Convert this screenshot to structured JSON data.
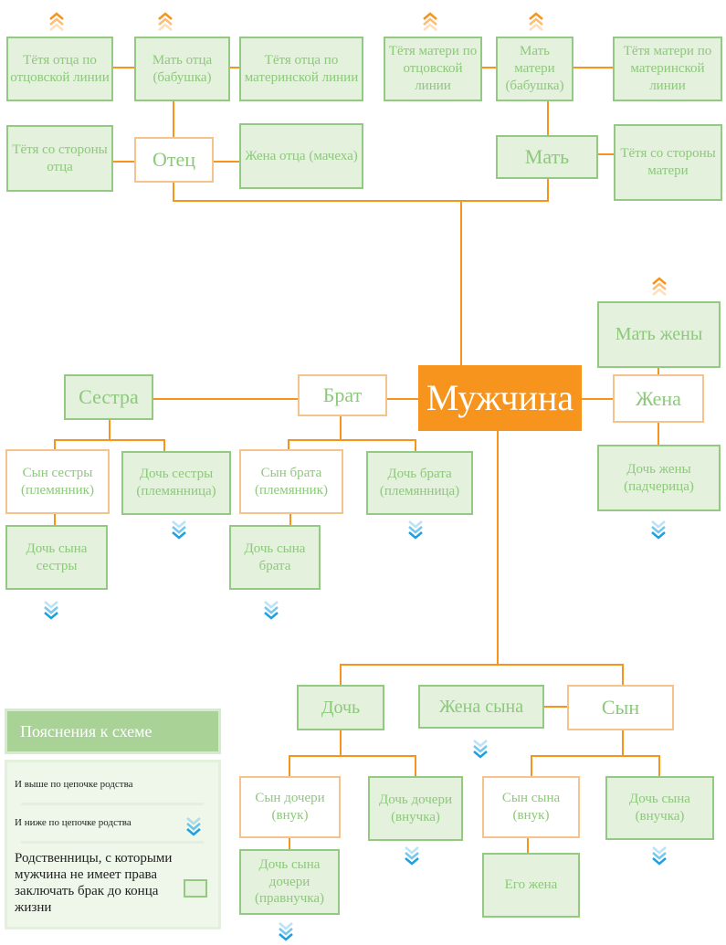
{
  "colors": {
    "line": "#f7941d",
    "green_fill": "#e3f1dd",
    "green_border": "#93c982",
    "text_green": "#8dc97a",
    "accent": "#f7941d",
    "up_arrow": "#f7941d",
    "down_arrow": "#1ba1e2"
  },
  "nodes": {
    "aunt_father_paternal": "Тётя отца по отцовской линии",
    "father_mother": "Мать отца (бабушка)",
    "aunt_father_maternal": "Тётя отца по материнской линии",
    "aunt_mother_paternal": "Тётя матери по отцовской линии",
    "mother_mother": "Мать матери (бабушка)",
    "aunt_mother_maternal": "Тётя матери по материнской линии",
    "aunt_father_side": "Тётя со стороны отца",
    "father": "Отец",
    "father_wife": "Жена отца (мачеха)",
    "mother": "Мать",
    "aunt_mother_side": "Тётя со стороны матери",
    "wife_mother": "Мать жены",
    "sister": "Сестра",
    "brother": "Брат",
    "man": "Мужчина",
    "wife": "Жена",
    "sister_son": "Сын сестры (племянник)",
    "sister_daughter": "Дочь сестры (племянница)",
    "brother_son": "Сын брата (племянник)",
    "brother_daughter": "Дочь брата (племянница)",
    "wife_daughter": "Дочь жены (падчерица)",
    "sister_son_daughter": "Дочь сына сестры",
    "brother_son_daughter": "Дочь сына брата",
    "daughter": "Дочь",
    "son_wife": "Жена сына",
    "son": "Сын",
    "daughter_son": "Сын дочери (внук)",
    "daughter_daughter": "Дочь дочери (внучка)",
    "son_son": "Сын сына (внук)",
    "son_daughter": "Дочь сына (внучка)",
    "daughter_son_daughter": "Дочь сына дочери (правнучка)",
    "his_wife": "Его жена"
  },
  "legend": {
    "title": "Пояснения к схеме",
    "up": "И выше по цепочке родства",
    "down": "И ниже по цепочке родства",
    "box": "Родственницы, с которыми мужчина не имеет права заключать брак до конца жизни"
  }
}
